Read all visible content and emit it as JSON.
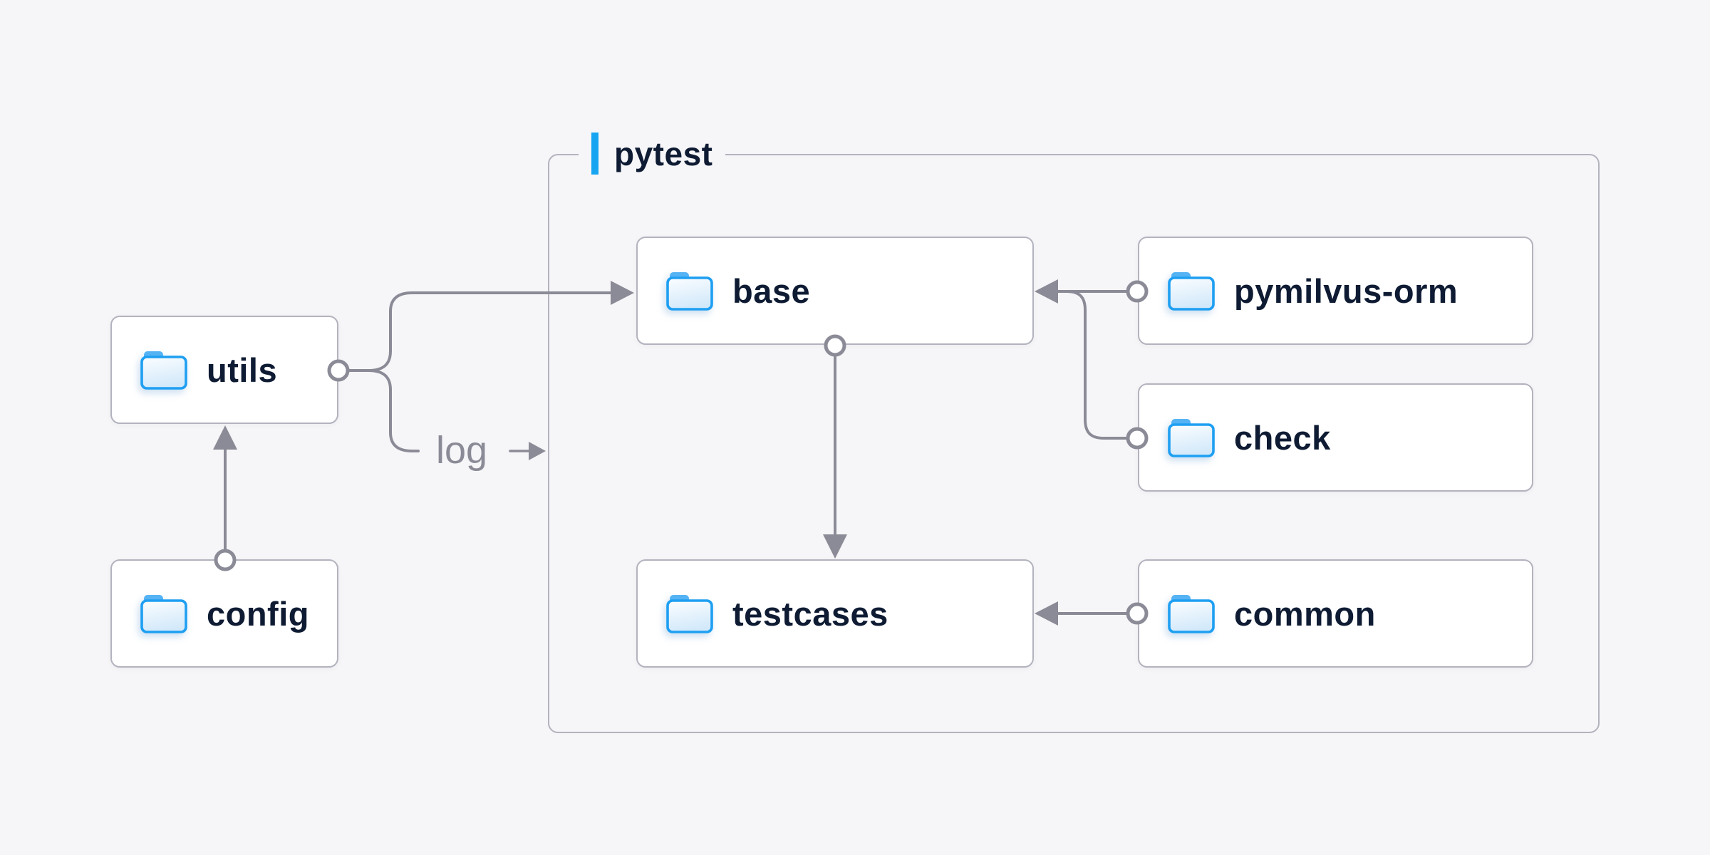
{
  "diagram": {
    "background": "#f6f6f8",
    "group": {
      "label": "pytest"
    },
    "nodes": [
      {
        "id": "utils",
        "label": "utils",
        "icon": "folder-icon"
      },
      {
        "id": "config",
        "label": "config",
        "icon": "folder-icon"
      },
      {
        "id": "base",
        "label": "base",
        "icon": "folder-icon",
        "group": "pytest"
      },
      {
        "id": "pymilvus-orm",
        "label": "pymilvus-orm",
        "icon": "folder-icon",
        "group": "pytest"
      },
      {
        "id": "check",
        "label": "check",
        "icon": "folder-icon",
        "group": "pytest"
      },
      {
        "id": "testcases",
        "label": "testcases",
        "icon": "folder-icon",
        "group": "pytest"
      },
      {
        "id": "common",
        "label": "common",
        "icon": "folder-icon",
        "group": "pytest"
      }
    ],
    "edges": [
      {
        "from": "config",
        "to": "utils",
        "label": ""
      },
      {
        "from": "utils",
        "to": "base",
        "label": ""
      },
      {
        "from": "utils",
        "to": "pytest",
        "label": "log"
      },
      {
        "from": "base",
        "to": "testcases",
        "label": ""
      },
      {
        "from": "pymilvus-orm",
        "to": "base",
        "label": ""
      },
      {
        "from": "check",
        "to": "base",
        "label": ""
      },
      {
        "from": "common",
        "to": "testcases",
        "label": ""
      }
    ],
    "colors": {
      "background": "#f6f6f8",
      "node_fill": "#ffffff",
      "node_border": "#b3b3bf",
      "edge": "#8b8b97",
      "text": "#0e1b33",
      "accent": "#17a5f1",
      "folder_stroke": "#1e9ff2",
      "folder_tab": "#55b3f4",
      "folder_fill_top": "#fbfdff",
      "folder_fill_bottom": "#d3e9fa"
    }
  }
}
